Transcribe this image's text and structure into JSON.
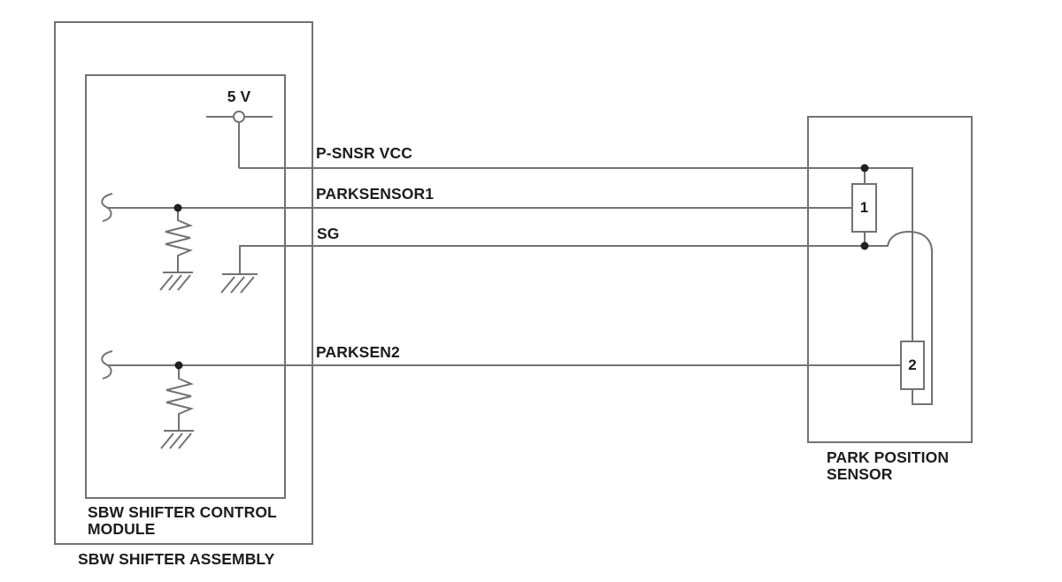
{
  "diagram": {
    "title_context": "Park position sensor wiring diagram",
    "supply": {
      "label": "5 V"
    },
    "signals": [
      {
        "name": "P-SNSR VCC"
      },
      {
        "name": "PARKSENSOR1"
      },
      {
        "name": "SG"
      },
      {
        "name": "PARKSEN2"
      }
    ],
    "module": {
      "label_line1": "SBW SHIFTER CONTROL",
      "label_line2": "MODULE"
    },
    "assembly": {
      "label": "SBW SHIFTER ASSEMBLY"
    },
    "sensor": {
      "label_line1": "PARK POSITION",
      "label_line2": "SENSOR",
      "components": [
        {
          "id": "1"
        },
        {
          "id": "2"
        }
      ]
    },
    "colors": {
      "wire": "#727276",
      "text": "#1c1c1e",
      "junction": "#231f20",
      "background": "#ffffff"
    }
  }
}
